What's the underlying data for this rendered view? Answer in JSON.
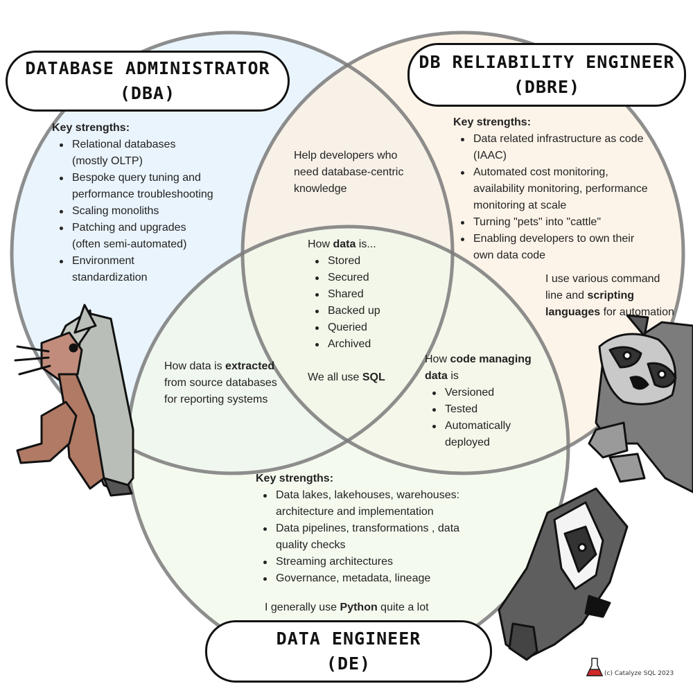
{
  "titles": {
    "dba": [
      "DATABASE ADMINISTRATOR",
      "(DBA)"
    ],
    "dbre": [
      "DB RELIABILITY ENGINEER",
      "(DBRE)"
    ],
    "de": [
      "DATA ENGINEER",
      "(DE)"
    ]
  },
  "dba": {
    "heading": "Key strengths:",
    "items": [
      "Relational databases (mostly OLTP)",
      "Bespoke query tuning and performance troubleshooting",
      "Scaling monoliths",
      "Patching and upgrades (often semi-automated)",
      "Environment standardization"
    ]
  },
  "dbre": {
    "heading": "Key strengths:",
    "items": [
      "Data related infrastructure as code (IAAC)",
      "Automated cost monitoring, availability monitoring, performance monitoring at scale",
      "Turning \"pets\" into \"cattle\"",
      "Enabling developers to own their own data code"
    ],
    "scripting": {
      "pre": "I use various command line and ",
      "bold": "scripting languages",
      "post": " for automation"
    }
  },
  "de": {
    "heading": "Key strengths:",
    "items": [
      "Data lakes, lakehouses, warehouses: architecture and implementation",
      "Data pipelines, transformations , data quality checks",
      "Streaming architectures",
      "Governance, metadata, lineage"
    ],
    "python": {
      "pre": "I generally use ",
      "bold": "Python",
      "post": " quite a lot"
    }
  },
  "dba_dbre": "Help developers who need database-centric knowledge",
  "dba_de": {
    "pre": "How data is ",
    "bold": "extracted",
    "post": " from source databases for reporting systems"
  },
  "dbre_de": {
    "pre": "How ",
    "bold": "code managing data",
    "post": " is",
    "items": [
      "Versioned",
      "Tested",
      "Automatically deployed"
    ]
  },
  "center": {
    "pre": "How ",
    "bold": "data",
    "post": " is...",
    "items": [
      "Stored",
      "Secured",
      "Shared",
      "Backed up",
      "Queried",
      "Archived"
    ],
    "sql_pre": "We all use ",
    "sql_bold": "SQL"
  },
  "copyright": "(c) Catalyze SQL 2023",
  "colors": {
    "dba_fill": "#e3f0fb",
    "dbre_fill": "#fcf0e2",
    "de_fill": "#f2f8e9",
    "outline": "#777777"
  },
  "icons": [
    "cat-icon",
    "raccoon-icon",
    "badger-icon",
    "flask-icon"
  ]
}
